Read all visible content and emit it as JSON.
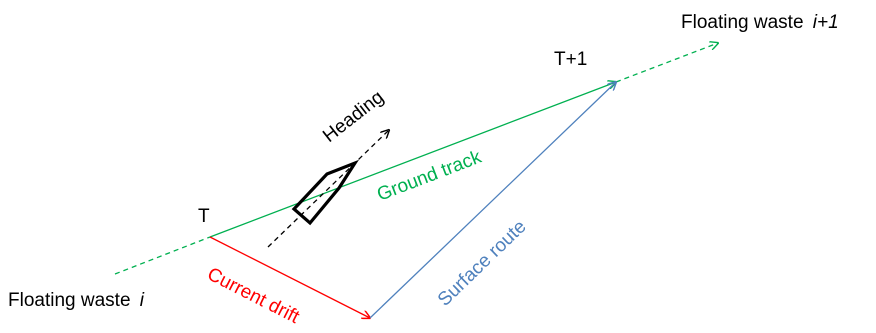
{
  "labels": {
    "waste_i_prefix": "Floating waste",
    "waste_i_index": "i",
    "waste_next_prefix": "Floating waste",
    "waste_next_index": "i+1",
    "time_t": "T",
    "time_t1": "T+1",
    "heading": "Heading",
    "ground_track": "Ground track",
    "current_drift": "Current drift",
    "surface_route": "Surface route"
  },
  "colors": {
    "ground_track": "#00b050",
    "current_drift": "#ff0000",
    "surface_route": "#4f81bd",
    "heading": "#000000",
    "boat": "#000000",
    "text": "#000000"
  }
}
